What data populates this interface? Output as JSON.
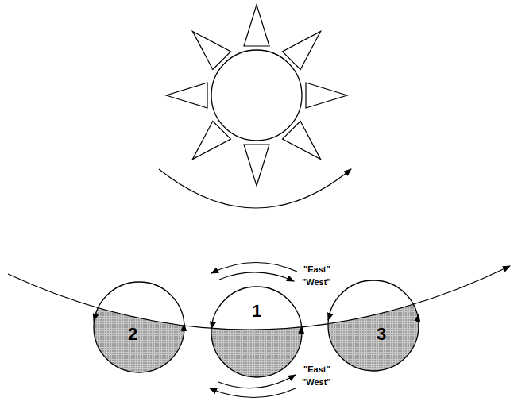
{
  "diagram": {
    "nodes": [
      {
        "text": [
          "2"
        ]
      },
      {
        "text": [
          "1"
        ]
      },
      {
        "text": [
          "3"
        ]
      }
    ],
    "labels": [
      "\"East\"",
      "\"West\"",
      "\"East\"",
      "\"West\""
    ]
  }
}
